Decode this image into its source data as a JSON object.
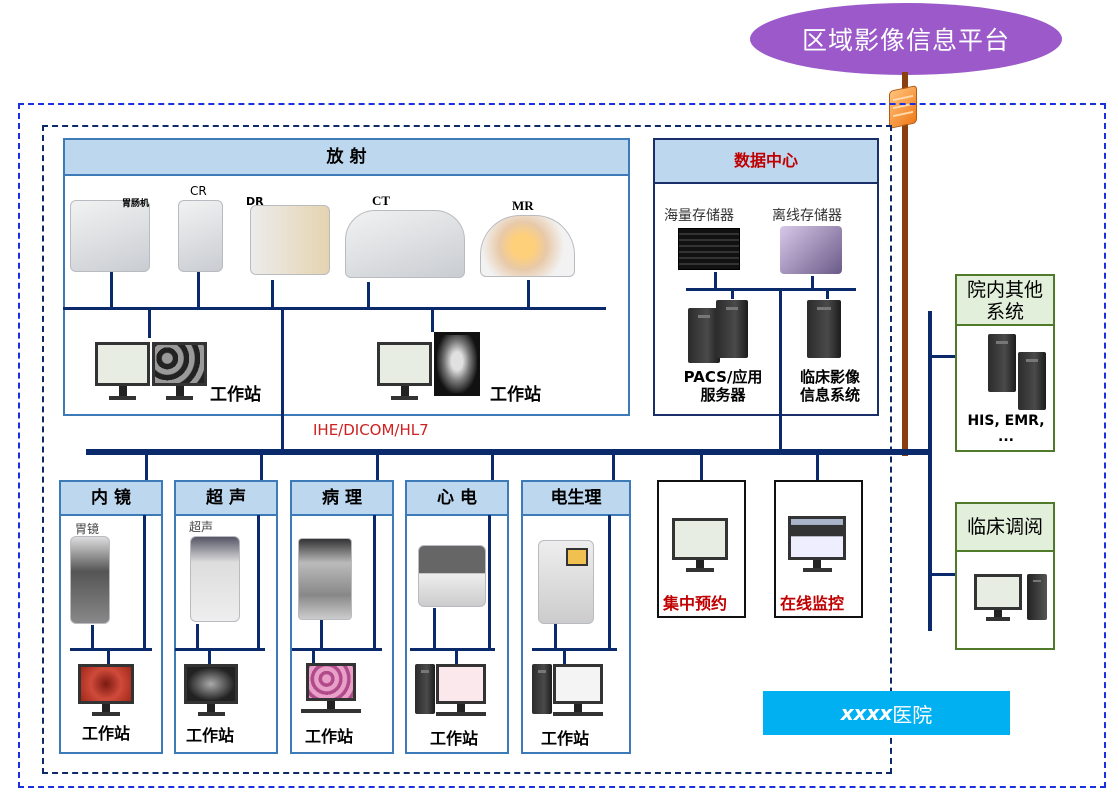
{
  "platform": {
    "label": "区域影像信息平台",
    "color": "#9b59c9"
  },
  "hospital": {
    "label_italic": "xxxx",
    "label_rest": "医院",
    "color": "#00b0f0"
  },
  "protocol_label": "IHE/DICOM/HL7",
  "radiology": {
    "title": "放 射",
    "modalities": [
      {
        "label": "胃肠机"
      },
      {
        "label": "CR"
      },
      {
        "label": "DR"
      },
      {
        "label": "CT"
      },
      {
        "label": "MR"
      }
    ],
    "workstations": [
      {
        "label": "工作站"
      },
      {
        "label": "工作站"
      }
    ]
  },
  "data_center": {
    "title": "数据中心",
    "storage": [
      {
        "label": "海量存储器"
      },
      {
        "label": "离线存储器"
      }
    ],
    "servers": [
      {
        "line1": "PACS/应用",
        "line2": "服务器"
      },
      {
        "line1": "临床影像",
        "line2": "信息系统"
      }
    ]
  },
  "departments": [
    {
      "title": "内 镜",
      "device_label": "胃镜",
      "workstation": "工作站"
    },
    {
      "title": "超 声",
      "device_label": "超声",
      "workstation": "工作站"
    },
    {
      "title": "病 理",
      "device_label": "",
      "workstation": "工作站"
    },
    {
      "title": "心 电",
      "device_label": "",
      "workstation": "工作站"
    },
    {
      "title": "电生理",
      "device_label": "",
      "workstation": "工作站"
    }
  ],
  "services": [
    {
      "label": "集中预约"
    },
    {
      "label": "在线监控"
    }
  ],
  "other_systems": {
    "title_line1": "院内其他",
    "title_line2": "系统",
    "caption": "HIS, EMR, ..."
  },
  "clinical_review": {
    "title": "临床调阅"
  }
}
